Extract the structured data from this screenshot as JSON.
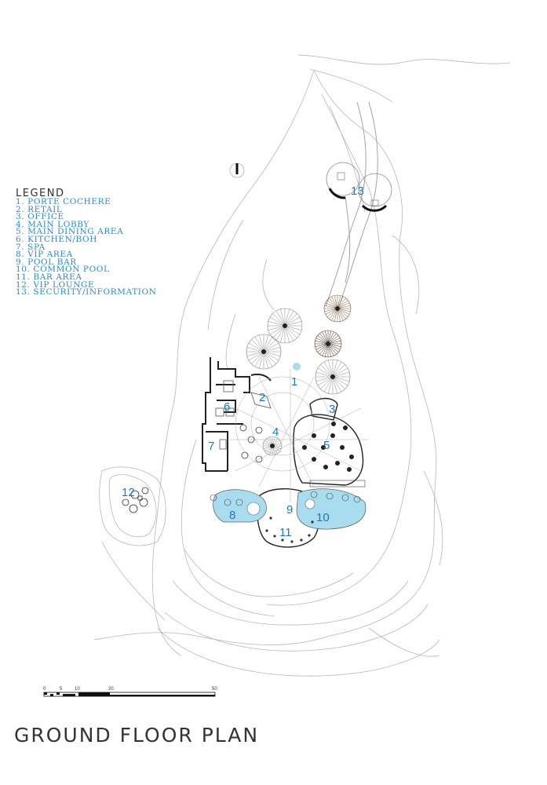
{
  "legend": {
    "title": "LEGEND",
    "items": [
      "1. PORTE COCHERE",
      "2. RETAIL",
      "3. OFFICE",
      "4. MAIN LOBBY",
      "5. MAIN DINING AREA",
      "6. KITCHEN/BOH",
      "7. SPA",
      "8. VIP AREA",
      "9. POOL BAR",
      "10. COMMON POOL",
      "11. BAR AREA",
      "12. VIP LOUNGE",
      "13. SECURITY/INFORMATION"
    ]
  },
  "plan_labels": [
    "1",
    "2",
    "3",
    "4",
    "5",
    "6",
    "7",
    "8",
    "9",
    "10",
    "11",
    "12",
    "13"
  ],
  "scale_bar": {
    "ticks": [
      "0",
      "5",
      "10",
      "20",
      "50"
    ]
  },
  "title": "GROUND FLOOR PLAN",
  "colors": {
    "label_blue": "#1f78b9",
    "legend_blue": "#2d8ac8",
    "pool_fill": "#a9dcef",
    "line": "#9a9a9a",
    "wall": "#222222"
  },
  "icons": [
    "north-arrow-icon"
  ]
}
